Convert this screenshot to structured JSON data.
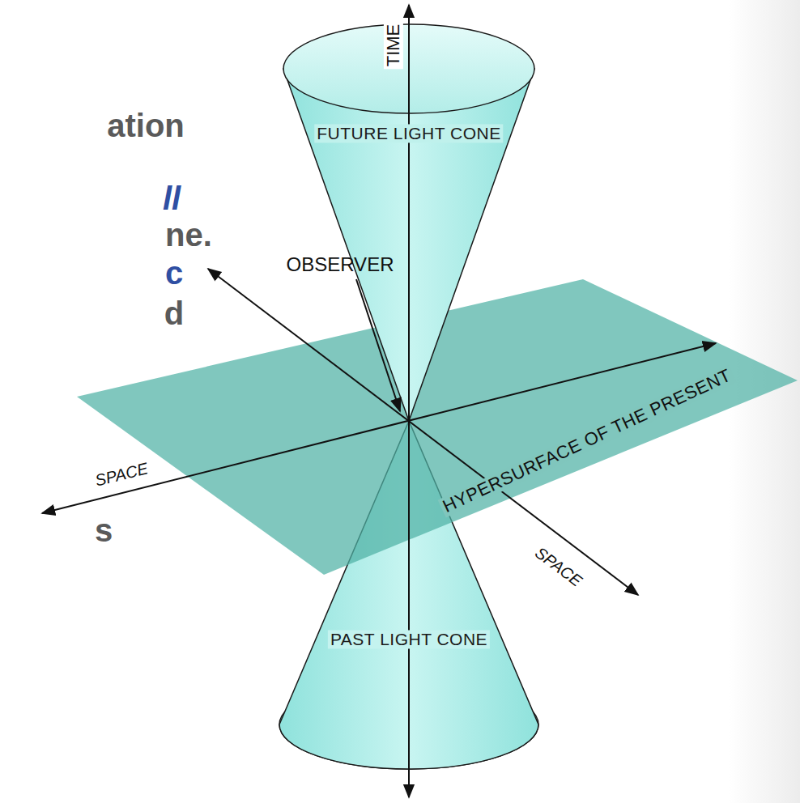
{
  "diagram": {
    "nodes": [
      {
        "text": [
          "FUTURE LIGHT CONE"
        ]
      },
      {
        "text": [
          "HYPERSURFACE OF THE PRESENT"
        ]
      },
      {
        "text": [
          "PAST LIGHT CONE"
        ]
      }
    ],
    "labels": [
      "ation",
      "ll",
      "ne.",
      "OBSERVER",
      "c",
      "d",
      "s",
      "TIME",
      "SPACE",
      "SPACE"
    ]
  }
}
